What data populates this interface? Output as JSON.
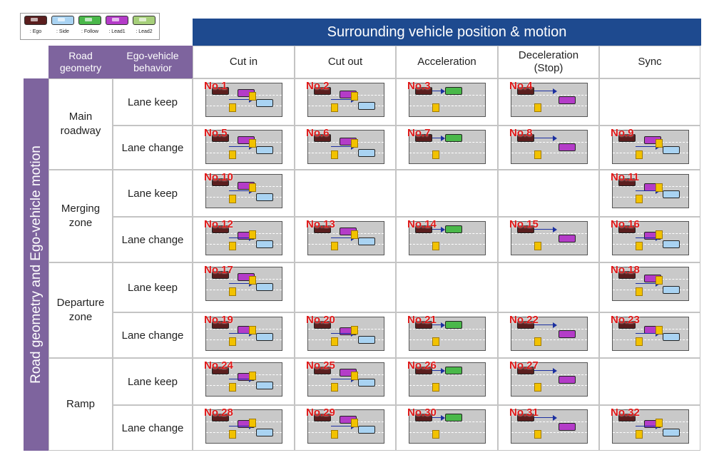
{
  "legend": [
    {
      "label": ": Ego",
      "color": "#5a1e1e"
    },
    {
      "label": ": Side",
      "color": "#a9d3f2"
    },
    {
      "label": ": Follow",
      "color": "#4ab84a"
    },
    {
      "label": ": Lead1",
      "color": "#b43cc8"
    },
    {
      "label": ": Lead2",
      "color": "#a6cf7a"
    }
  ],
  "title": "Surrounding vehicle position & motion",
  "vertical_label": "Road geometry and Ego-vehicle motion",
  "header": {
    "road_geometry": "Road geometry",
    "ego_behavior": "Ego-vehicle behavior",
    "motions": [
      "Cut in",
      "Cut out",
      "Acceleration",
      "Deceleration (Stop)",
      "Sync"
    ]
  },
  "geometries": [
    "Main roadway",
    "Merging zone",
    "Departure zone",
    "Ramp"
  ],
  "behaviors": [
    "Lane keep",
    "Lane change"
  ],
  "colors": {
    "header_blue": "#1e4a8f",
    "header_purple": "#7e649e",
    "number_red": "#e01818"
  },
  "scenarios": [
    {
      "label": "No.1",
      "row": 0,
      "col": 0
    },
    {
      "label": "No.2",
      "row": 0,
      "col": 1
    },
    {
      "label": "No.3",
      "row": 0,
      "col": 2
    },
    {
      "label": "No.4",
      "row": 0,
      "col": 3
    },
    {
      "label": "No.5",
      "row": 1,
      "col": 0
    },
    {
      "label": "No.6",
      "row": 1,
      "col": 1
    },
    {
      "label": "No.7",
      "row": 1,
      "col": 2
    },
    {
      "label": "No.8",
      "row": 1,
      "col": 3
    },
    {
      "label": "No.9",
      "row": 1,
      "col": 4
    },
    {
      "label": "No.10",
      "row": 2,
      "col": 0
    },
    {
      "label": "No.11",
      "row": 2,
      "col": 4
    },
    {
      "label": "No.12",
      "row": 3,
      "col": 0
    },
    {
      "label": "No.13",
      "row": 3,
      "col": 1
    },
    {
      "label": "No.14",
      "row": 3,
      "col": 2
    },
    {
      "label": "No.15",
      "row": 3,
      "col": 3
    },
    {
      "label": "No.16",
      "row": 3,
      "col": 4
    },
    {
      "label": "No.17",
      "row": 4,
      "col": 0
    },
    {
      "label": "No.18",
      "row": 4,
      "col": 4
    },
    {
      "label": "No.19",
      "row": 5,
      "col": 0
    },
    {
      "label": "No.20",
      "row": 5,
      "col": 1
    },
    {
      "label": "No.21",
      "row": 5,
      "col": 2
    },
    {
      "label": "No.22",
      "row": 5,
      "col": 3
    },
    {
      "label": "No.23",
      "row": 5,
      "col": 4
    },
    {
      "label": "No.24",
      "row": 6,
      "col": 0
    },
    {
      "label": "No.25",
      "row": 6,
      "col": 1
    },
    {
      "label": "No.26",
      "row": 6,
      "col": 2
    },
    {
      "label": "No.27",
      "row": 6,
      "col": 3
    },
    {
      "label": "No.28",
      "row": 7,
      "col": 0
    },
    {
      "label": "No.29",
      "row": 7,
      "col": 1
    },
    {
      "label": "No.30",
      "row": 7,
      "col": 2
    },
    {
      "label": "No.31",
      "row": 7,
      "col": 3
    },
    {
      "label": "No.32",
      "row": 7,
      "col": 4
    }
  ]
}
